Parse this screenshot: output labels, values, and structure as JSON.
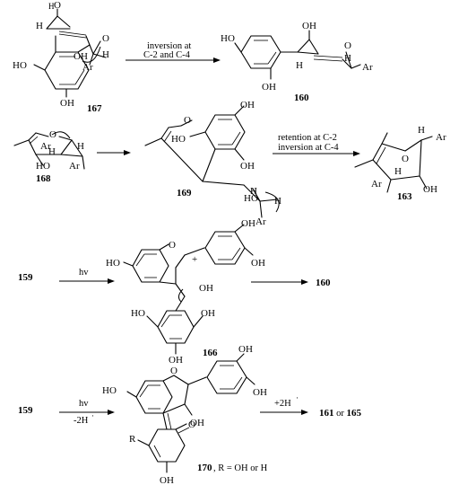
{
  "arrows": {
    "a1_line1": "inversion at",
    "a1_line2": "C-2 and C-4",
    "a2_line1": "retention at C-2",
    "a2_line2": "inversion at C-4",
    "a4_top": "hv",
    "a5_top": "hv",
    "a5_bottom": "-2H",
    "a6_top": "+2H"
  },
  "compounds": {
    "c167": "167",
    "c160a": "160",
    "c168": "168",
    "c169": "169",
    "c163": "163",
    "c159a": "159",
    "c166": "166",
    "c160b": "160",
    "c159b": "159",
    "c161_165_a": "161",
    "c161_165_or": " or ",
    "c161_165_b": "165",
    "c170": "170",
    "c170_note": ", R = OH or H"
  },
  "labels": {
    "OH": "OH",
    "HO": "HO",
    "Ar": "Ar",
    "H": "H",
    "O": "O",
    "R": "R",
    "dot": "·",
    "plus": "+"
  }
}
